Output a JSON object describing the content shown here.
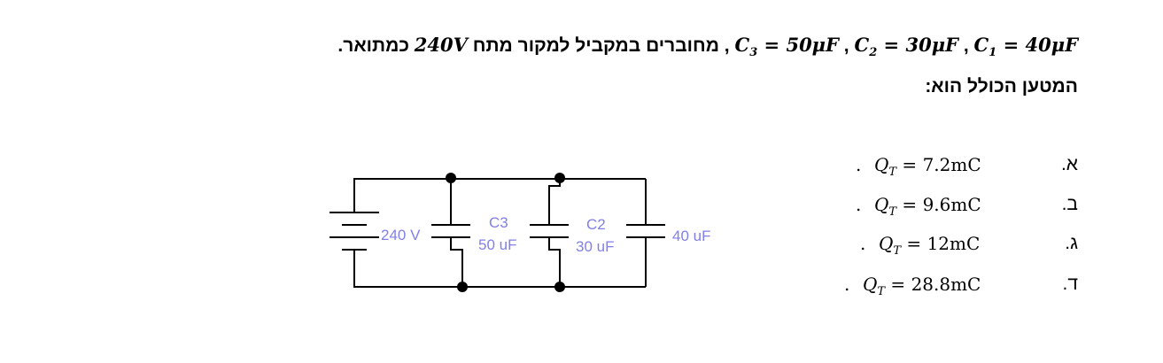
{
  "question": {
    "line1_prefix": "C",
    "c1_sub": "1",
    "c1_eq": " = 40μF",
    "sep1": " , ",
    "c2_sub": "2",
    "c2_eq": " = 30μF",
    "sep2": " ,  ",
    "c3_sub": "3",
    "c3_eq": " = 50μF",
    "text_mid": " , מחוברים במקביל למקור מתח ",
    "voltage": "240V",
    "text_end": "  כמתואר.",
    "line2": "המטען הכולל הוא:"
  },
  "options": [
    {
      "letter": "א.",
      "value": "7.2mC"
    },
    {
      "letter": "ב.",
      "value": "9.6mC"
    },
    {
      "letter": "ג.",
      "value": "12mC"
    },
    {
      "letter": "ד.",
      "value": "28.8mC"
    }
  ],
  "circuit": {
    "source_label": "240 V",
    "c3_name": "C3",
    "c3_value": "50 uF",
    "c2_name": "C2",
    "c2_value": "30 uF",
    "c1_value": "40 uF",
    "label_color": "#8080e8"
  }
}
